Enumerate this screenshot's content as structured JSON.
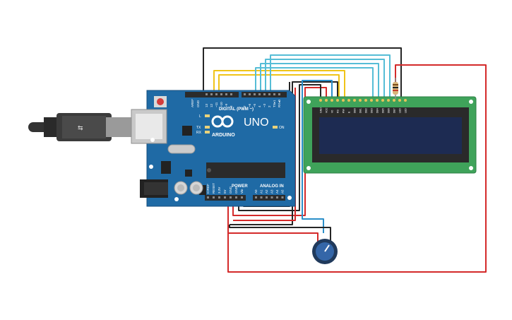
{
  "arduino": {
    "brand_text": "UNO",
    "logo_text": "ARDUINO",
    "digital_label": "DIGITAL (PWM ~)",
    "power_label": "POWER",
    "analog_label": "ANALOG IN",
    "on_label": "ON",
    "led_l": "L",
    "led_tx": "TX",
    "led_rx": "RX",
    "aref_label": "AREF",
    "gnd_label": "GND",
    "digital_pins": [
      "13",
      "12",
      "~11",
      "~10",
      "~9",
      "8",
      "7",
      "~6",
      "~5",
      "4",
      "~3",
      "2",
      "TX▸1",
      "RX◂0"
    ],
    "power_pins": [
      "IOREF",
      "RESET",
      "3.3V",
      "5V",
      "GND",
      "GND",
      "Vin"
    ],
    "analog_pins": [
      "A0",
      "A1",
      "A2",
      "A3",
      "A4",
      "A5"
    ]
  },
  "lcd": {
    "pin_labels": [
      "GND",
      "VCC",
      "V0",
      "RS",
      "RW",
      "E",
      "DB0",
      "DB1",
      "DB2",
      "DB3",
      "DB4",
      "DB5",
      "DB6",
      "DB7",
      "LED",
      "LED"
    ]
  },
  "colors": {
    "board": "#1f6aa5",
    "board_dark": "#174f7d",
    "lcd_pcb": "#3fa35a",
    "lcd_screen": "#1d2b52",
    "wire_red": "#d42a2a",
    "wire_black": "#262626",
    "wire_yellow": "#f0c419",
    "wire_cyan": "#56bdd6",
    "wire_blue": "#2b8fc9"
  },
  "icons": [
    "usb-cable-icon",
    "potentiometer-icon",
    "resistor-icon",
    "reset-button-icon",
    "power-jack-icon"
  ]
}
